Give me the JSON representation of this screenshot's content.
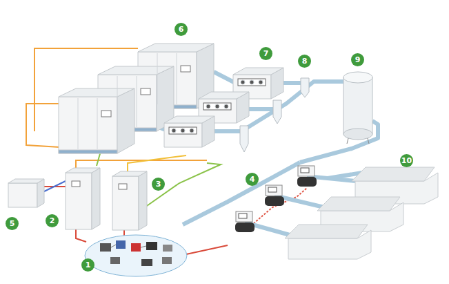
{
  "diagram": {
    "labels": [
      "6",
      "7",
      "8",
      "9",
      "4",
      "10",
      "3",
      "2",
      "5",
      "1"
    ]
  }
}
